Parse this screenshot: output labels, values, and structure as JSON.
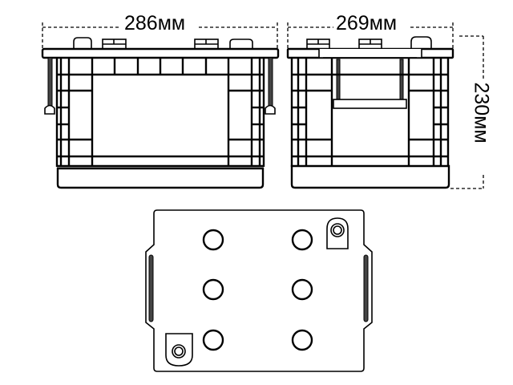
{
  "diagram": {
    "subject": "battery dimension drawing",
    "views": [
      "front view",
      "side view",
      "top view"
    ],
    "dimensions": {
      "length_label": "286мм",
      "width_label": "269мм",
      "height_label": "230мм"
    },
    "top_view": {
      "cell_caps": 6,
      "terminals": [
        "top-right terminal",
        "bottom-left terminal"
      ]
    },
    "colors": {
      "line": "#000000",
      "background": "#ffffff"
    }
  }
}
